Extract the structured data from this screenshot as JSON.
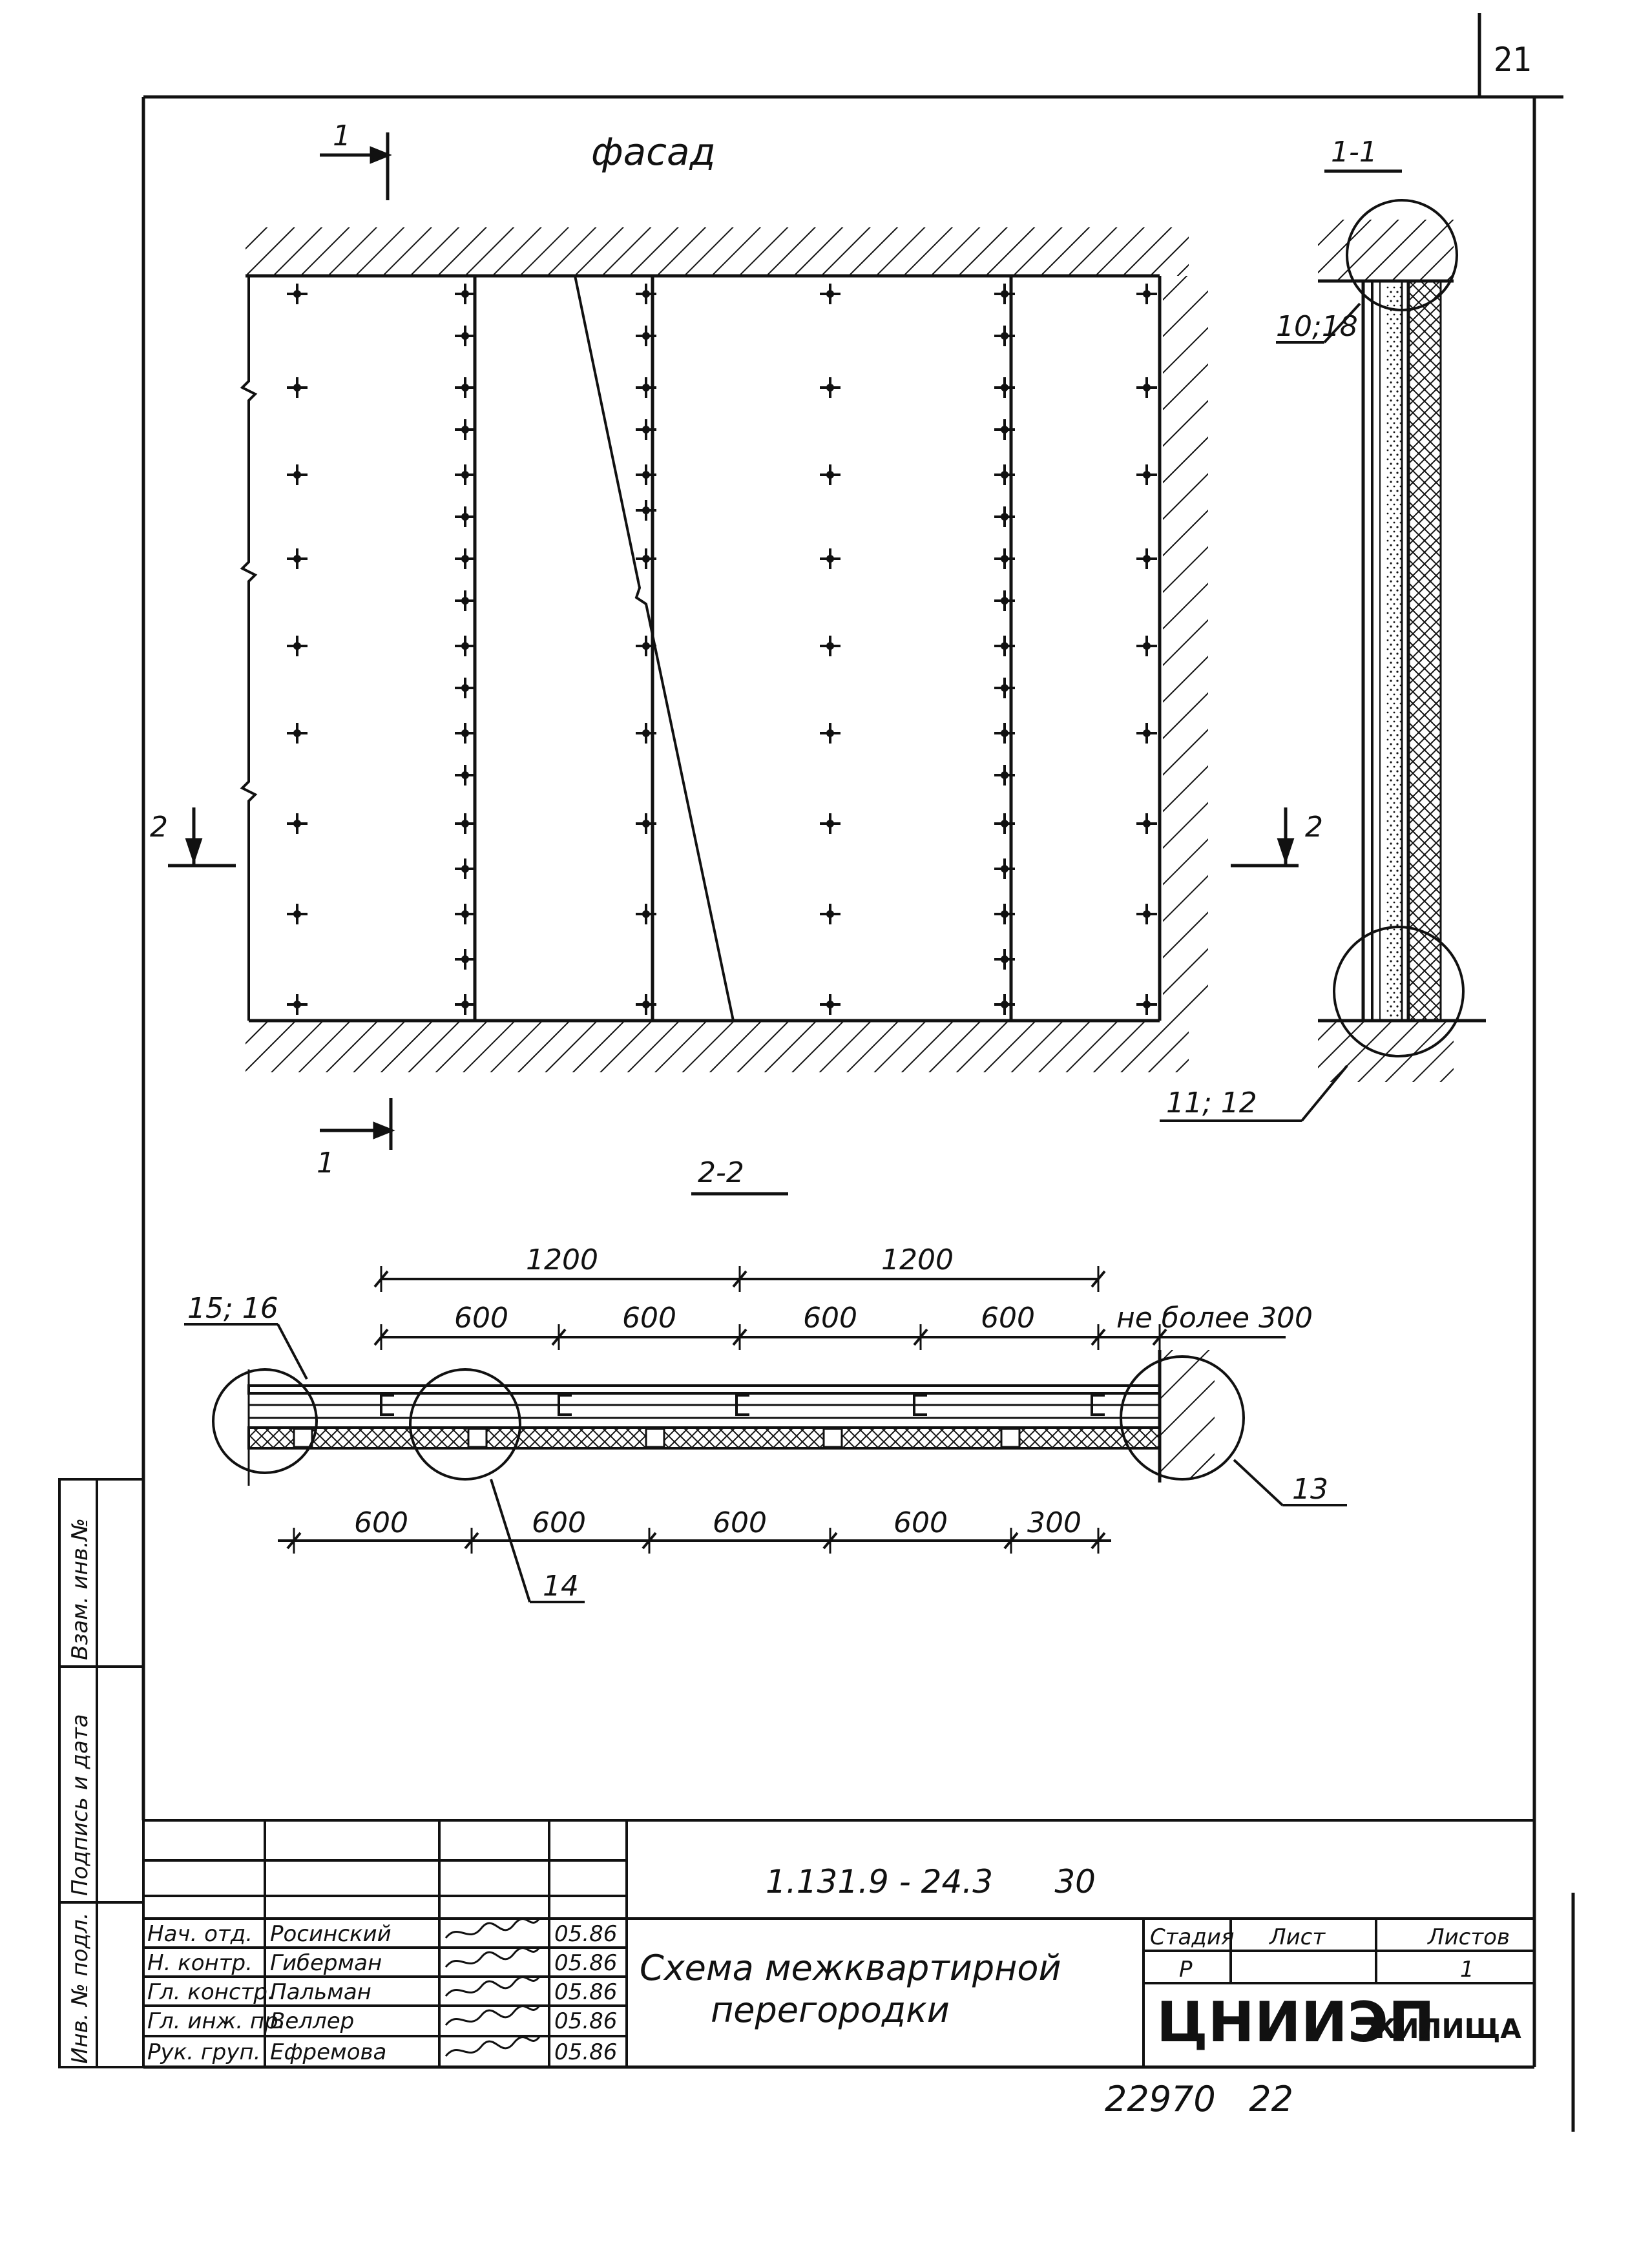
{
  "sheet_corner_number": "21",
  "facade": {
    "title": "фасад",
    "section_1_top": "1",
    "section_1_bottom": "1",
    "section_2_left": "2",
    "section_2_right": "2"
  },
  "section_1_1": {
    "title": "1-1",
    "callout_top": "10;18",
    "callout_bottom": "11; 12"
  },
  "section_2_2": {
    "title": "2-2",
    "dim_top_major": [
      "1200",
      "1200"
    ],
    "dim_top_minor": [
      "600",
      "600",
      "600",
      "600"
    ],
    "dim_top_limit": "не более 300",
    "dim_bottom": [
      "600",
      "600",
      "600",
      "600",
      "300"
    ],
    "callout_left": "15; 16",
    "callout_mid": "14",
    "callout_right": "13"
  },
  "side_stamp": {
    "cells": [
      "Взам. инв.№",
      "Подпись и дата",
      "Инв. № подл."
    ]
  },
  "title_block": {
    "document_code": "1.131.9 - 24.3      30",
    "rows": [
      {
        "role": "Нач. отд.",
        "name": "Росинский",
        "date": "05.86"
      },
      {
        "role": "Н. контр.",
        "name": "Гиберман",
        "date": "05.86"
      },
      {
        "role": "Гл. констр.",
        "name": "Пальман",
        "date": "05.86"
      },
      {
        "role": "Гл. инж. пр.",
        "name": "Веллер",
        "date": "05.86"
      },
      {
        "role": "Рук. груп.",
        "name": "Ефремова",
        "date": "05.86"
      }
    ],
    "drawing_title_line1": "Схема межквартирной",
    "drawing_title_line2": "перегородки",
    "stage_header": "Стадия",
    "sheet_header": "Лист",
    "sheets_header": "Листов",
    "stage_value": "Р",
    "sheet_value": "",
    "sheets_value": "1",
    "organization_logo": "ЦНИИЭП",
    "organization_suffix": "ЖИЛИЩА"
  },
  "footer_number": "22970   22"
}
